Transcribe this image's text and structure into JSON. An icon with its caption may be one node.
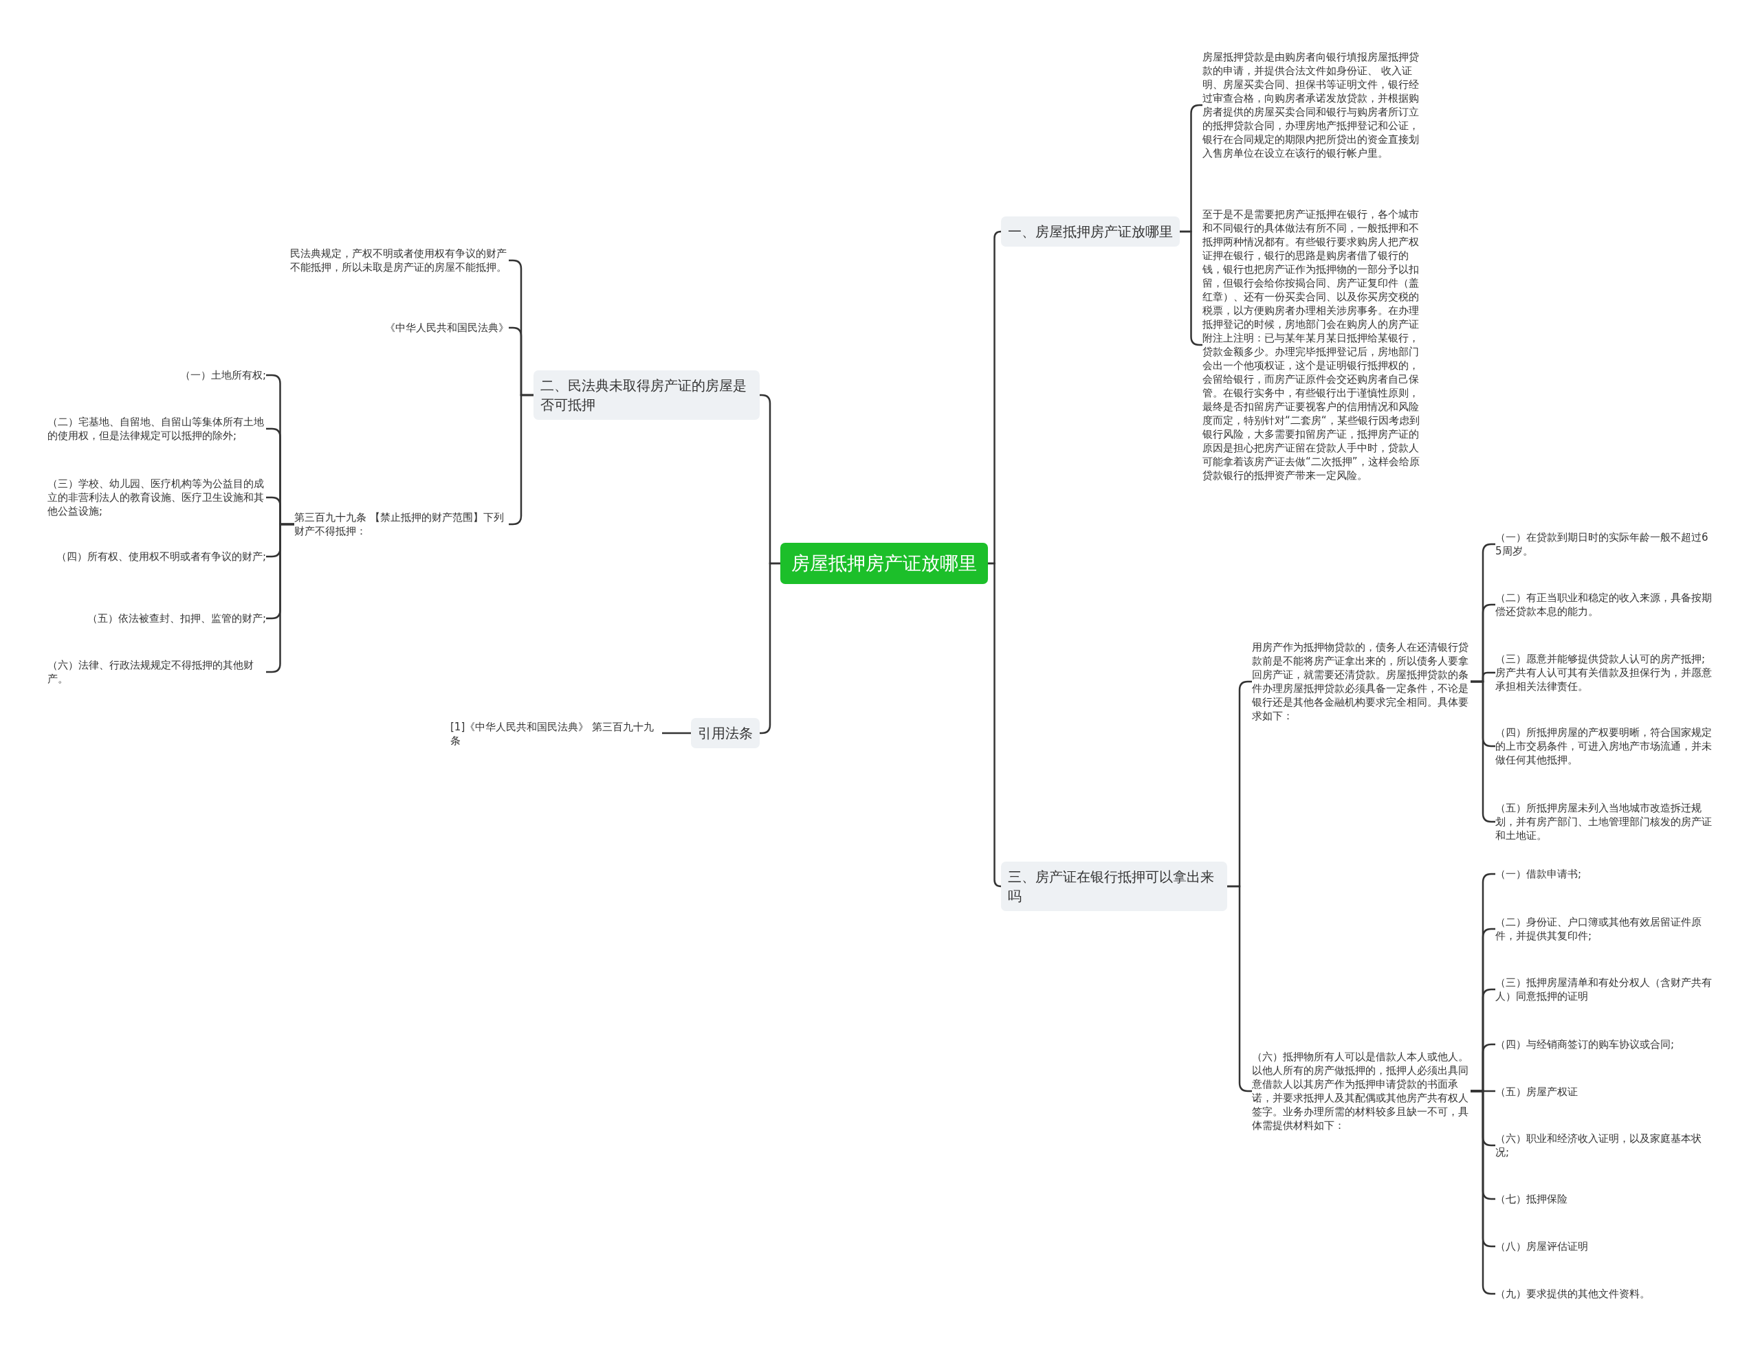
{
  "diagram": {
    "nodes": [
      {
        "text": [
          "房屋抵押房产证放哪里"
        ]
      },
      {
        "text": [
          "一、房屋抵押房产证放哪里"
        ]
      },
      {
        "text": [
          "房屋抵押贷款是由购房者向银行填报房屋抵押贷款的申请，并提供合法文件如身份证、 收入证明、房屋买卖合同、担保书等证明文件，银行经过审查合格，向购房者承诺发放贷款，并根据购房者提供的房屋买卖合同和银行与购房者所订立的抵押贷款合同，办理房地产抵押登记和公证，银行在合同规定的期限内把所贷出的资金直接划入售房单位在设立在该行的银行帐户里。"
        ]
      },
      {
        "text": [
          "至于是不是需要把房产证抵押在银行，各个城市和不同银行的具体做法有所不同，一般抵押和不抵押两种情况都有。有些银行要求购房人把产权证押在银行，银行的思路是购房者借了银行的钱，银行也把房产证作为抵押物的一部分予以扣留，但银行会给你按揭合同、房产证复印件（盖红章）、还有一份买卖合同、以及你买房交税的税票，以方便购房者办理相关涉房事务。在办理抵押登记的时候，房地部门会在购房人的房产证附注上注明：已与某年某月某日抵押给某银行，贷款金额多少。办理完毕抵押登记后，房地部门会出一个他项权证，这个是证明银行抵押权的，会留给银行，而房产证原件会交还购房者自己保管。在银行实务中，有些银行出于谨慎性原则，最终是否扣留房产证要视客户的信用情况和风险度而定，特别针对“二套房“，某些银行因考虑到银行风险，大多需要扣留房产证，抵押房产证的原因是担心把房产证留在贷款人手中时，贷款人可能拿着该房产证去做“二次抵押”，这样会给原贷款银行的抵押资产带来一定风险。"
        ]
      },
      {
        "text": [
          "二、民法典未取得房产证的房屋是否可抵押"
        ]
      },
      {
        "text": [
          "民法典规定，产权不明或者使用权有争议的财产不能抵押，所以未取是房产证的房屋不能抵押。"
        ]
      },
      {
        "text": [
          "《中华人民共和国民法典》"
        ]
      },
      {
        "text": [
          "第三百九十九条 【禁止抵押的财产范围】下列财产不得抵押："
        ]
      },
      {
        "text": [
          "（一）土地所有权;"
        ]
      },
      {
        "text": [
          "（二）宅基地、自留地、自留山等集体所有土地的使用权，但是法律规定可以抵押的除外;"
        ]
      },
      {
        "text": [
          "（三）学校、幼儿园、医疗机构等为公益目的成立的非营利法人的教育设施、医疗卫生设施和其他公益设施;"
        ]
      },
      {
        "text": [
          "（四）所有权、使用权不明或者有争议的财产;"
        ]
      },
      {
        "text": [
          "（五）依法被查封、扣押、监管的财产;"
        ]
      },
      {
        "text": [
          "（六）法律、行政法规规定不得抵押的其他财产。"
        ]
      },
      {
        "text": [
          "引用法条"
        ]
      },
      {
        "text": [
          "[1]《中华人民共和国民法典》 第三百九十九条"
        ]
      },
      {
        "text": [
          "三、房产证在银行抵押可以拿出来吗"
        ]
      },
      {
        "text": [
          "用房产作为抵押物贷款的，债务人在还清银行贷款前是不能将房产证拿出来的，所以债务人要拿回房产证，就需要还清贷款。房屋抵押贷款的条件办理房屋抵押贷款必须具备一定条件，不论是银行还是其他各金融机构要求完全相同。具体要求如下："
        ]
      },
      {
        "text": [
          "（一）在贷款到期日时的实际年龄一般不超过65周岁。"
        ]
      },
      {
        "text": [
          "（二）有正当职业和稳定的收入来源，具备按期偿还贷款本息的能力。"
        ]
      },
      {
        "text": [
          "（三）愿意并能够提供贷款人认可的房产抵押;房产共有人认可其有关借款及担保行为，并愿意承担相关法律责任。"
        ]
      },
      {
        "text": [
          "（四）所抵押房屋的产权要明晰，符合国家规定的上市交易条件，可进入房地产市场流通，并未做任何其他抵押。"
        ]
      },
      {
        "text": [
          "（五）所抵押房屋未列入当地城市改造拆迁规划，并有房产部门、土地管理部门核发的房产证和土地证。"
        ]
      },
      {
        "text": [
          "（六）抵押物所有人可以是借款人本人或他人。以他人所有的房产做抵押的，抵押人必须出具同意借款人以其房产作为抵押申请贷款的书面承诺，并要求抵押人及其配偶或其他房产共有权人签字。业务办理所需的材料较多且缺一不可，具体需提供材料如下："
        ]
      },
      {
        "text": [
          "（一）借款申请书;"
        ]
      },
      {
        "text": [
          "（二）身份证、户口簿或其他有效居留证件原件，并提供其复印件;"
        ]
      },
      {
        "text": [
          "（三）抵押房屋清单和有处分权人（含财产共有人）同意抵押的证明"
        ]
      },
      {
        "text": [
          "（四）与经销商签订的购车协议或合同;"
        ]
      },
      {
        "text": [
          "（五）房屋产权证"
        ]
      },
      {
        "text": [
          "（六）职业和经济收入证明，以及家庭基本状况;"
        ]
      },
      {
        "text": [
          "（七）抵押保险"
        ]
      },
      {
        "text": [
          "（八）房屋评估证明"
        ]
      },
      {
        "text": [
          "（九）要求提供的其他文件资料。"
        ]
      }
    ],
    "edges": [
      {
        "from": 0,
        "to": 1,
        "arrow": "none"
      },
      {
        "from": 1,
        "to": 2,
        "arrow": "none"
      },
      {
        "from": 1,
        "to": 3,
        "arrow": "none"
      },
      {
        "from": 0,
        "to": 4,
        "arrow": "none"
      },
      {
        "from": 4,
        "to": 5,
        "arrow": "none"
      },
      {
        "from": 4,
        "to": 6,
        "arrow": "none"
      },
      {
        "from": 4,
        "to": 7,
        "arrow": "none"
      },
      {
        "from": 7,
        "to": 8,
        "arrow": "none"
      },
      {
        "from": 7,
        "to": 9,
        "arrow": "none"
      },
      {
        "from": 7,
        "to": 10,
        "arrow": "none"
      },
      {
        "from": 7,
        "to": 11,
        "arrow": "none"
      },
      {
        "from": 7,
        "to": 12,
        "arrow": "none"
      },
      {
        "from": 7,
        "to": 13,
        "arrow": "none"
      },
      {
        "from": 0,
        "to": 14,
        "arrow": "none"
      },
      {
        "from": 14,
        "to": 15,
        "arrow": "none"
      },
      {
        "from": 0,
        "to": 16,
        "arrow": "none"
      },
      {
        "from": 16,
        "to": 17,
        "arrow": "none"
      },
      {
        "from": 17,
        "to": 18,
        "arrow": "none"
      },
      {
        "from": 17,
        "to": 19,
        "arrow": "none"
      },
      {
        "from": 17,
        "to": 20,
        "arrow": "none"
      },
      {
        "from": 17,
        "to": 21,
        "arrow": "none"
      },
      {
        "from": 17,
        "to": 22,
        "arrow": "none"
      },
      {
        "from": 16,
        "to": 23,
        "arrow": "none"
      },
      {
        "from": 23,
        "to": 24,
        "arrow": "none"
      },
      {
        "from": 23,
        "to": 25,
        "arrow": "none"
      },
      {
        "from": 23,
        "to": 26,
        "arrow": "none"
      },
      {
        "from": 23,
        "to": 27,
        "arrow": "none"
      },
      {
        "from": 23,
        "to": 28,
        "arrow": "none"
      },
      {
        "from": 23,
        "to": 29,
        "arrow": "none"
      },
      {
        "from": 23,
        "to": 30,
        "arrow": "none"
      },
      {
        "from": 23,
        "to": 31,
        "arrow": "none"
      },
      {
        "from": 23,
        "to": 32,
        "arrow": "none"
      }
    ]
  }
}
